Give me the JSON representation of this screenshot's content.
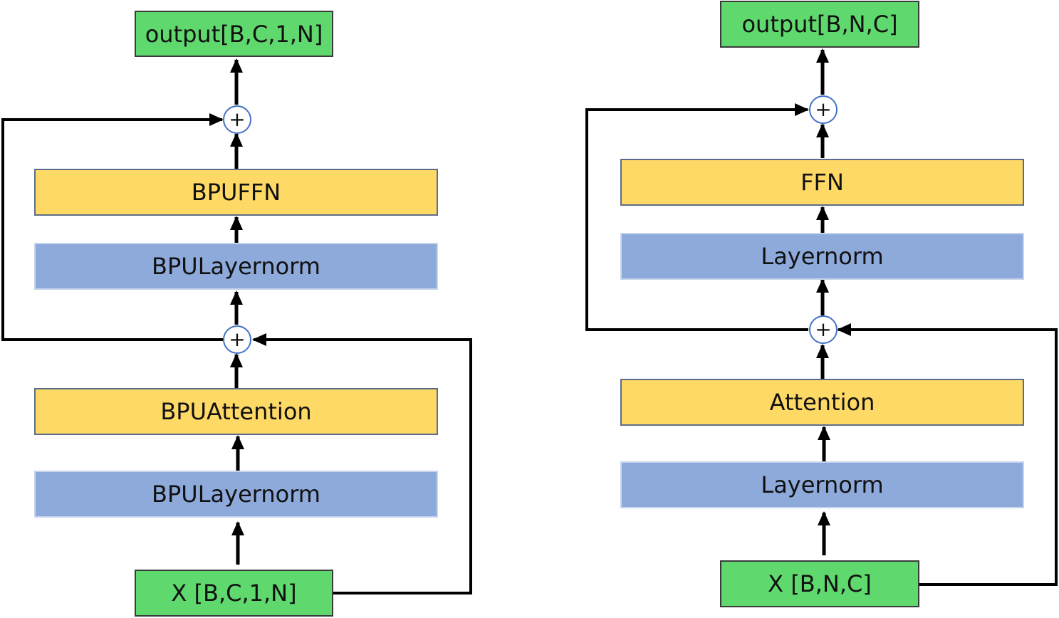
{
  "left_diagram": {
    "output": "output[B,C,1,N]",
    "ffn": "BPUFFN",
    "norm_top": "BPULayernorm",
    "attention": "BPUAttention",
    "norm_bottom": "BPULayernorm",
    "input": "X [B,C,1,N]",
    "add_symbol": "+"
  },
  "right_diagram": {
    "output": "output[B,N,C]",
    "ffn": "FFN",
    "norm_top": "Layernorm",
    "attention": "Attention",
    "norm_bottom": "Layernorm",
    "input": "X [B,N,C]",
    "add_symbol": "+"
  },
  "colors": {
    "io_box": "#5fd86e",
    "sublayer_box": "#ffd966",
    "norm_box": "#8eaadb",
    "add_circle_border": "#4472c4",
    "arrow": "#000000"
  }
}
